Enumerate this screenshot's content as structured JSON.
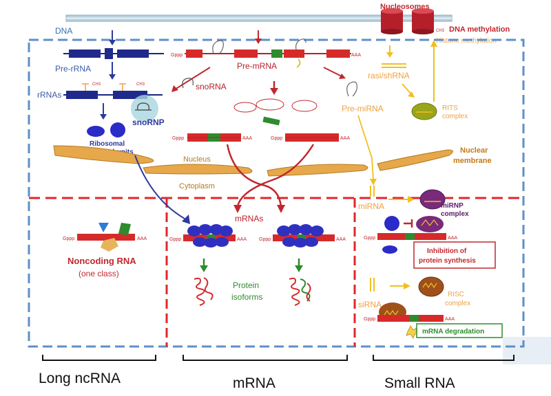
{
  "labels": {
    "dna": "DNA",
    "nucleosomes": "Nucleosomes",
    "ch3_small": "CH3",
    "dna_methylation": "DNA methylation",
    "histone_methylation": "Histone methylation",
    "pre_rrna": "Pre-rRNA",
    "rrnas": "rRNAs",
    "gppp": "Gppp",
    "aaa": "AAA",
    "pre_mrna": "Pre-mRNA",
    "snorna": "snoRNA",
    "snornp": "snoRNP",
    "rasi_shrna": "rasi/shRNA",
    "pre_mirna": "Pre-miRNA",
    "rits_1": "RITS",
    "rits_2": "complex",
    "ribosomal_1": "Ribosomal",
    "ribosomal_2": "subunits",
    "nucleus": "Nucleus",
    "nuclear_membrane_1": "Nuclear",
    "nuclear_membrane_2": "membrane",
    "cytoplasm": "Cytoplasm",
    "mrnas": "mRNAs",
    "mirna": "miRNA",
    "mirnp_1": "miRNP",
    "mirnp_2": "complex",
    "noncoding_rna": "Noncoding RNA",
    "one_class": "(one class)",
    "protein_1": "Protein",
    "protein_2": "isoforms",
    "inhibition_1": "Inhibition of",
    "inhibition_2": "protein synthesis",
    "sirna": "siRNA",
    "risc_1": "RISC",
    "risc_2": "complex",
    "mrna_degradation": "mRNA degradation"
  },
  "categories": {
    "long_ncrna": "Long ncRNA",
    "mrna": "mRNA",
    "small_rna": "Small RNA"
  }
}
